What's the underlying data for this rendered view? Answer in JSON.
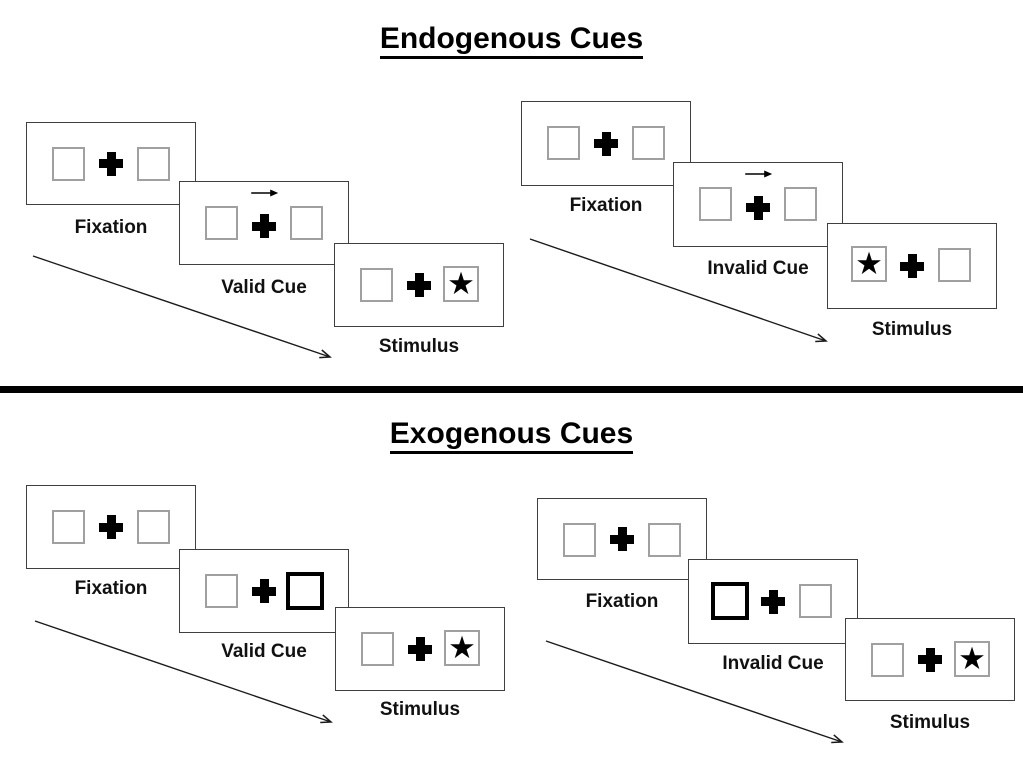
{
  "colors": {
    "background": "#ffffff",
    "panel_border": "#3f3f3f",
    "placeholder_border": "#a0a0a0",
    "ink": "#000000"
  },
  "icons": {
    "star_glyph": "★",
    "fixation_cross": "plus-shape",
    "cue_arrow": "right-arrow"
  },
  "divider": {
    "style": "thick-black-horizontal-line"
  },
  "sections": [
    {
      "title": "Endogenous Cues",
      "sequences": [
        {
          "name": "valid-trial",
          "steps": [
            {
              "label": "Fixation",
              "left_box": "empty",
              "right_box": "empty"
            },
            {
              "label": "Valid Cue",
              "left_box": "empty",
              "right_box": "empty",
              "cue": "right-arrow-above-fixation-cross"
            },
            {
              "label": "Stimulus",
              "left_box": "empty",
              "right_box": "star"
            }
          ]
        },
        {
          "name": "invalid-trial",
          "steps": [
            {
              "label": "Fixation",
              "left_box": "empty",
              "right_box": "empty"
            },
            {
              "label": "Invalid Cue",
              "left_box": "empty",
              "right_box": "empty",
              "cue": "right-arrow-above-fixation-cross"
            },
            {
              "label": "Stimulus",
              "left_box": "star",
              "right_box": "empty"
            }
          ]
        }
      ]
    },
    {
      "title": "Exogenous Cues",
      "sequences": [
        {
          "name": "valid-trial",
          "steps": [
            {
              "label": "Fixation",
              "left_box": "empty",
              "right_box": "empty"
            },
            {
              "label": "Valid Cue",
              "left_box": "empty",
              "right_box": "thick-outline-cue-box"
            },
            {
              "label": "Stimulus",
              "left_box": "empty",
              "right_box": "star"
            }
          ]
        },
        {
          "name": "invalid-trial",
          "steps": [
            {
              "label": "Fixation",
              "left_box": "empty",
              "right_box": "empty"
            },
            {
              "label": "Invalid Cue",
              "left_box": "thick-outline-cue-box",
              "right_box": "empty"
            },
            {
              "label": "Stimulus",
              "left_box": "empty",
              "right_box": "star"
            }
          ]
        }
      ]
    }
  ]
}
